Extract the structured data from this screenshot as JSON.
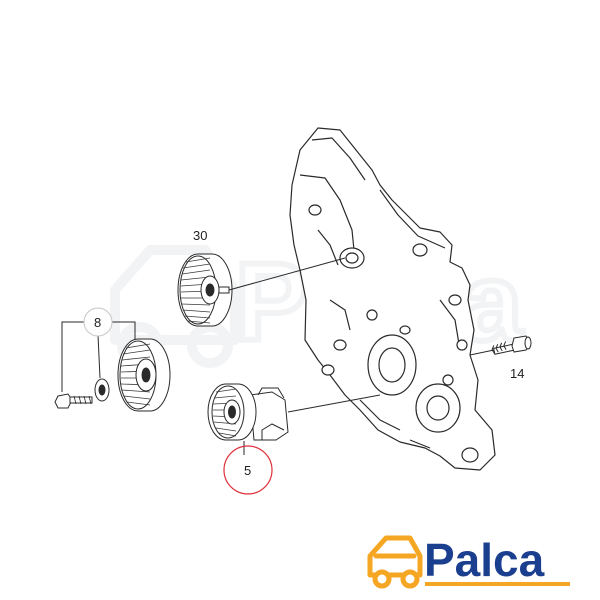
{
  "callouts": {
    "part_30": "30",
    "part_8": "8",
    "part_14": "14",
    "part_5": "5"
  },
  "logo": {
    "text": "Palca",
    "watermark_text": "Palca",
    "brand_color": "#1b3f8f",
    "car_color": "#f5a623"
  },
  "highlight": {
    "target": "part_5",
    "color": "#e0303a"
  }
}
